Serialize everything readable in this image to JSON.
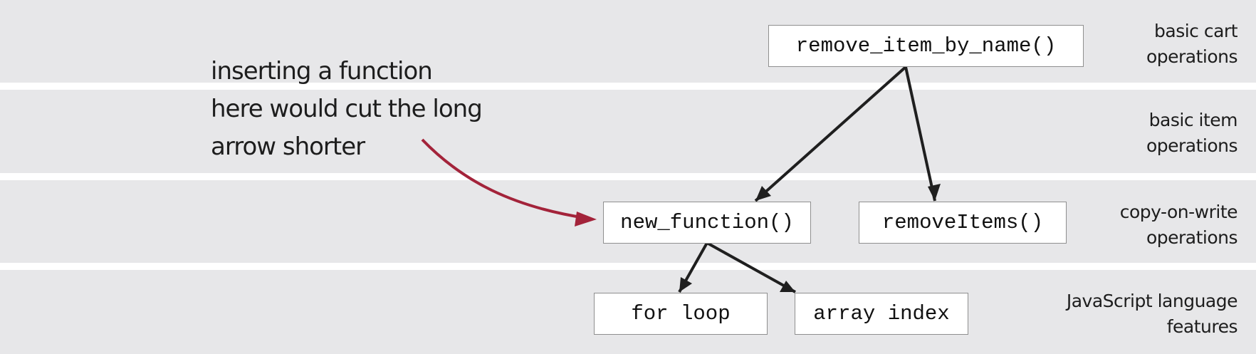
{
  "layers": [
    {
      "label_line1": "basic cart",
      "label_line2": "operations"
    },
    {
      "label_line1": "basic item",
      "label_line2": "operations"
    },
    {
      "label_line1": "copy-on-write",
      "label_line2": "operations"
    },
    {
      "label_line1": "JavaScript language",
      "label_line2": "features"
    }
  ],
  "functions": {
    "remove_item_by_name": "remove_item_by_name()",
    "new_function": "new_function()",
    "removeItems": "removeItems()",
    "for_loop": "for loop",
    "array_index": "array index"
  },
  "annotation": {
    "line1": "inserting a function",
    "line2": "here would cut the long",
    "line3": "arrow shorter"
  },
  "colors": {
    "band": "#e7e7e9",
    "arrow": "#1f1f1f",
    "annotation_arrow": "#a3233a"
  }
}
